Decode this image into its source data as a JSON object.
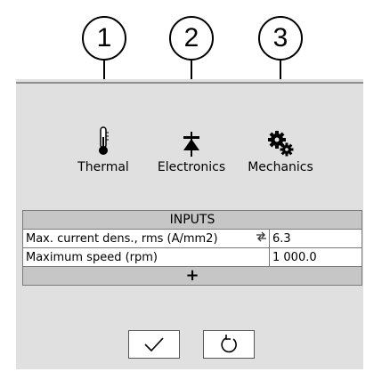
{
  "callouts": [
    "1",
    "2",
    "3"
  ],
  "tabs": [
    {
      "label": "Thermal",
      "icon": "thermometer-icon"
    },
    {
      "label": "Electronics",
      "icon": "diode-icon"
    },
    {
      "label": "Mechanics",
      "icon": "gears-icon"
    }
  ],
  "inputs": {
    "header": "INPUTS",
    "rows": [
      {
        "label": "Max. current dens., rms (A/mm2)",
        "value": "6.3"
      },
      {
        "label": "Maximum speed (rpm)",
        "value": "1 000.0"
      }
    ],
    "add_label": "+"
  },
  "buttons": {
    "confirm_icon": "checkmark-icon",
    "reset_icon": "reset-icon"
  }
}
